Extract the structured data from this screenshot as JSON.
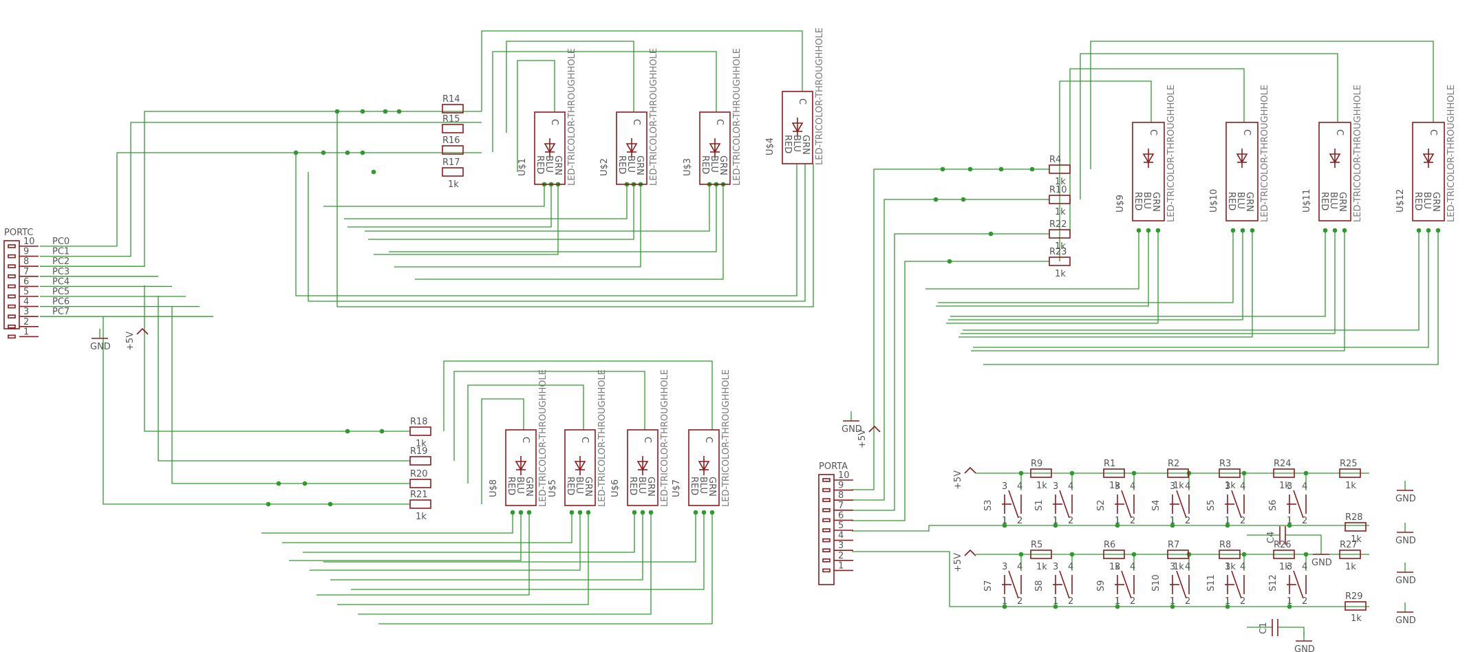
{
  "connectors": [
    {
      "name": "PORTC",
      "pins": [
        "10",
        "9",
        "8",
        "7",
        "6",
        "5",
        "4",
        "3",
        "2",
        "1"
      ],
      "nets": [
        "PC0",
        "PC1",
        "PC2",
        "PC3",
        "PC4",
        "PC5",
        "PC6",
        "PC7",
        "",
        ""
      ]
    },
    {
      "name": "PORTA",
      "pins": [
        "10",
        "9",
        "8",
        "7",
        "6",
        "5",
        "4",
        "3",
        "2",
        "1"
      ],
      "nets": []
    }
  ],
  "leds": {
    "value": "LED-TRICOLOR-THROUGHHOLE",
    "pin_labels": [
      "RED",
      "BLU",
      "GRN"
    ],
    "common_label": "C",
    "names": [
      "U$1",
      "U$2",
      "U$3",
      "U$4",
      "U$5",
      "U$6",
      "U$7",
      "U$8",
      "U$9",
      "U$10",
      "U$11",
      "U$12"
    ]
  },
  "resistors": {
    "led_group_c1": [
      "R14",
      "R15",
      "R16",
      "R17"
    ],
    "led_group_c2": [
      "R18",
      "R19",
      "R20",
      "R21"
    ],
    "led_group_a": [
      "R4",
      "R10",
      "R22",
      "R23"
    ],
    "switch_row1": [
      "R9",
      "R1",
      "R2",
      "R3",
      "R24",
      "R25"
    ],
    "switch_row2": [
      "R5",
      "R6",
      "R7",
      "R8",
      "R26",
      "R27"
    ],
    "pulldowns": [
      "R28",
      "R29"
    ],
    "value": "1k"
  },
  "switches": {
    "row1": [
      "S3",
      "S1",
      "S2",
      "S4",
      "S5",
      "S6"
    ],
    "row2": [
      "S7",
      "S8",
      "S9",
      "S10",
      "S11",
      "S12"
    ],
    "pins": [
      "1",
      "2",
      "3",
      "4"
    ]
  },
  "capacitors": [
    "C1",
    "C4"
  ],
  "power": {
    "gnd": "GND",
    "vcc": "+5V"
  }
}
